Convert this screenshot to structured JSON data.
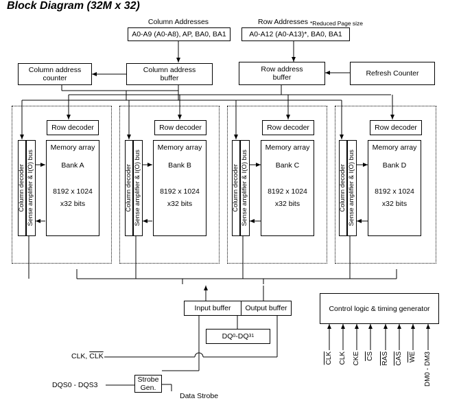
{
  "title": "Block Diagram (32M x 32)",
  "column_addresses": {
    "label": "Column Addresses",
    "signals": "A0-A9 (A0-A8), AP, BA0, BA1"
  },
  "row_addresses": {
    "label": "Row Addresses",
    "note": "*Reduced Page size",
    "signals": "A0-A12 (A0-A13)*, BA0, BA1"
  },
  "column_address_counter": "Column address\ncounter",
  "column_address_buffer": "Column address\nbuffer",
  "row_address_buffer": "Row address\nbuffer",
  "refresh_counter": "Refresh Counter",
  "banks": [
    {
      "row_decoder": "Row decoder",
      "memory_array": "Memory array",
      "bank": "Bank A",
      "size": "8192 x 1024",
      "width": "x32 bits",
      "column_decoder": "Column decoder",
      "sense_amp": "Sense amplifier & I(O) bus"
    },
    {
      "row_decoder": "Row decoder",
      "memory_array": "Memory array",
      "bank": "Bank B",
      "size": "8192 x 1024",
      "width": "x32 bits",
      "column_decoder": "Column decoder",
      "sense_amp": "Sense amplifier & I(O) bus"
    },
    {
      "row_decoder": "Row decoder",
      "memory_array": "Memory array",
      "bank": "Bank C",
      "size": "8192 x 1024",
      "width": "x32 bits",
      "column_decoder": "Column decoder",
      "sense_amp": "Sense amplifier & I(O) bus"
    },
    {
      "row_decoder": "Row decoder",
      "memory_array": "Memory array",
      "bank": "Bank D",
      "size": "8192 x 1024",
      "width": "x32 bits",
      "column_decoder": "Column decoder",
      "sense_amp": "Sense amplifier & I(O) bus"
    }
  ],
  "input_buffer": "Input buffer",
  "output_buffer": "Output buffer",
  "dq": {
    "prefix": "DQ",
    "sub0": "0",
    "mid": "-DQ",
    "sub1": "31"
  },
  "control_logic": "Control logic & timing generator",
  "clk_label": {
    "clk": "CLK, ",
    "clk_bar": "CLK"
  },
  "dqs_label": "DQS0 - DQS3",
  "strobe_gen": "Strobe\nGen.",
  "data_strobe": "Data Strobe",
  "control_pins": [
    {
      "name": "CLK",
      "overbar": true
    },
    {
      "name": "CLK",
      "overbar": false
    },
    {
      "name": "CKE",
      "overbar": false
    },
    {
      "name": "CS",
      "overbar": true
    },
    {
      "name": "RAS",
      "overbar": true
    },
    {
      "name": "CAS",
      "overbar": true
    },
    {
      "name": "WE",
      "overbar": true
    },
    {
      "name": "DM0 - DM3",
      "overbar": false
    }
  ]
}
